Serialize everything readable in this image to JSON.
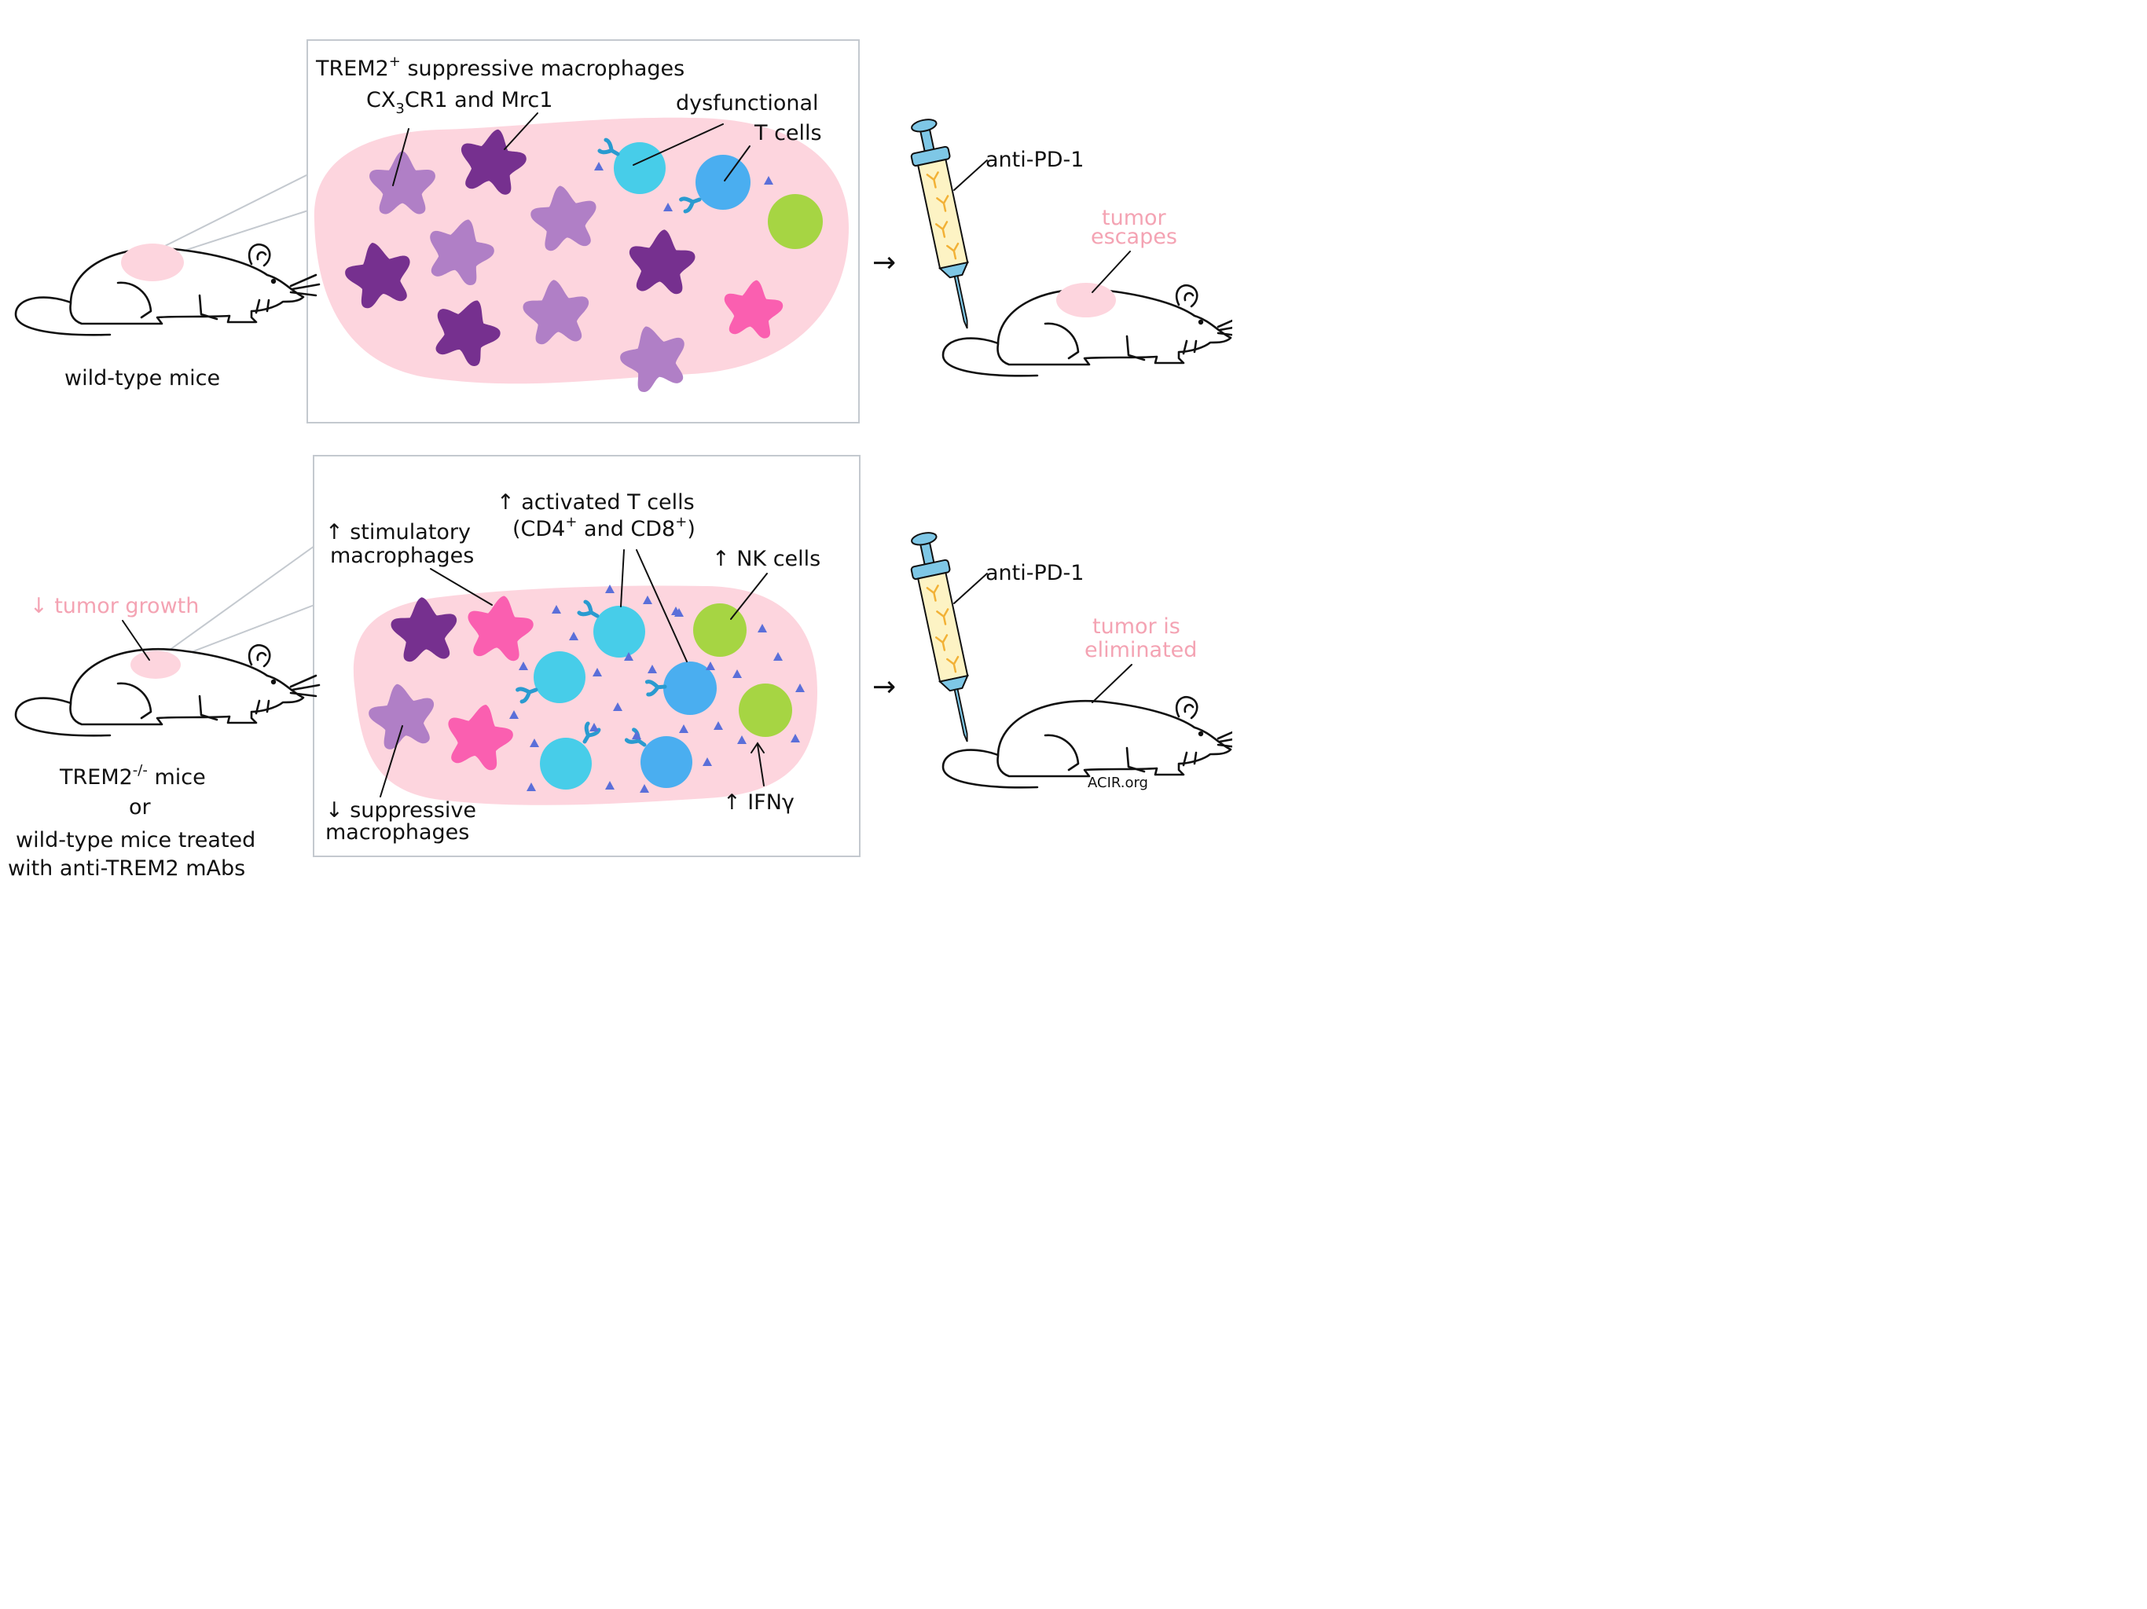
{
  "colors": {
    "tumor": "#fdd5de",
    "box_border": "#c4c9cf",
    "suppressive_light": "#b07fc6",
    "suppressive_dark": "#76308f",
    "stimulatory": "#fa5fb0",
    "t_cell_cyan": "#47cde9",
    "t_cell_blue": "#4aaef0",
    "receptor": "#2a9bd0",
    "nk_cell": "#a6d543",
    "triangle": "#5b6fd9",
    "pink_text": "#f4a3b3",
    "syringe_fill": "#fdf3c4",
    "syringe_barrel": "#7ec7e6",
    "antibody": "#f2b136"
  },
  "top": {
    "mouse_label": "wild-type mice",
    "box": {
      "title_main": "TREM2",
      "title_sup": "+",
      "title_rest": " suppressive macrophages",
      "cx3_pre": "CX",
      "cx3_sub": "3",
      "cx3_rest": "CR1 and Mrc1",
      "dysfunctional_line1": "dysfunctional",
      "dysfunctional_line2": "T cells"
    },
    "arrow": "→",
    "treatment": "anti-PD-1",
    "outcome_line1": "tumor",
    "outcome_line2": "escapes"
  },
  "bottom": {
    "tumor_growth": "↓ tumor growth",
    "mouse_label_pre": "TREM2",
    "mouse_label_sup": "-/-",
    "mouse_label_rest": " mice",
    "or": "or",
    "wt_treated_line1": "wild-type mice treated",
    "wt_treated_line2": "with anti-TREM2 mAbs",
    "box": {
      "stimulatory_line1": "↑ stimulatory",
      "stimulatory_line2": "macrophages",
      "activated_line1": "↑ activated  T cells",
      "cd4_open": "(CD4",
      "cd4_sup": "+",
      "cd_and": " and CD8",
      "cd8_sup": "+",
      "cd_close": ")",
      "nk": "↑ NK cells",
      "suppressive_line1": "↓ suppressive",
      "suppressive_line2": "macrophages",
      "ifn": "↑ IFNγ"
    },
    "arrow": "→",
    "treatment": "anti-PD-1",
    "outcome_line1": "tumor is",
    "outcome_line2": "eliminated"
  },
  "credit": "ACIR.org"
}
